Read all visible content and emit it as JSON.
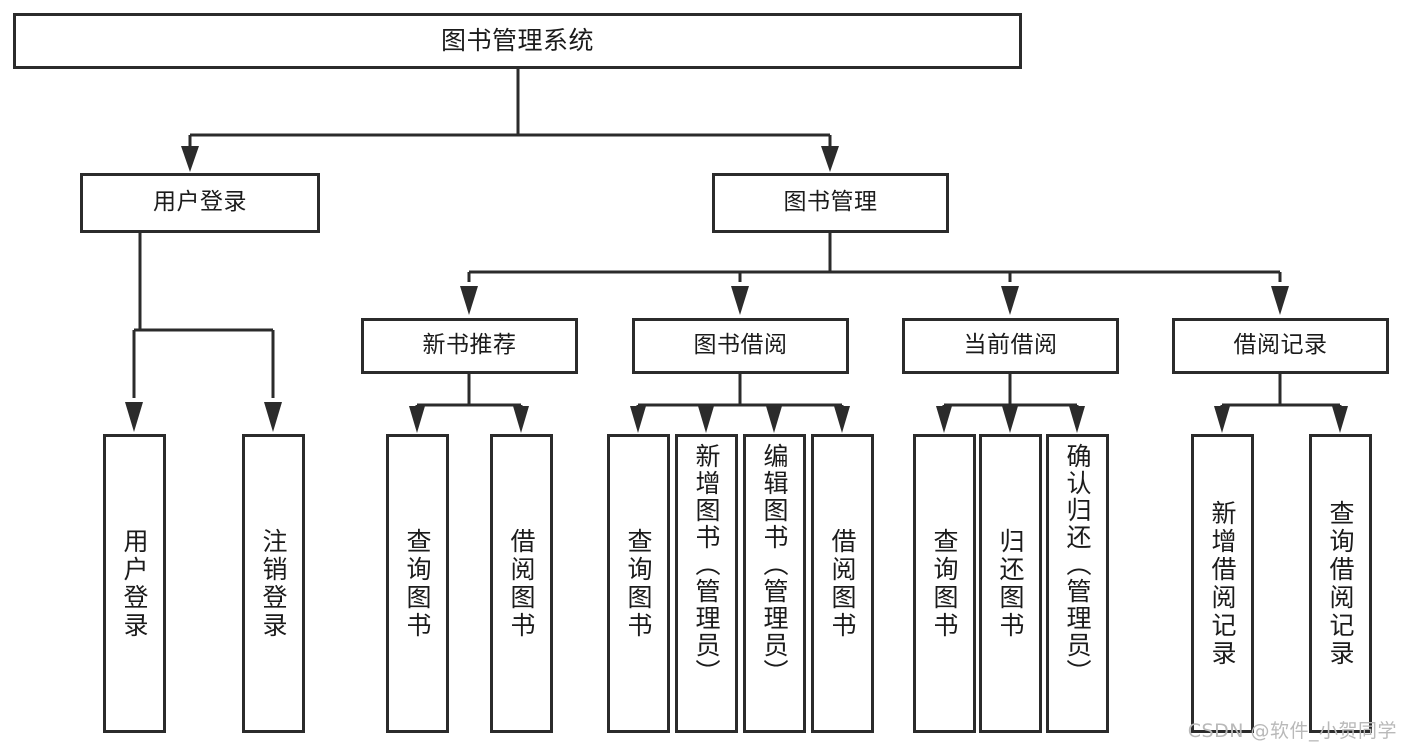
{
  "diagram": {
    "type": "tree",
    "title": "图书管理系统",
    "watermark": "CSDN @软件_小贺同学",
    "colors": {
      "stroke": "#2b2b2b",
      "fill": "#ffffff",
      "text": "#1b1b1b",
      "watermark": "#b9b9b9"
    },
    "root": {
      "label": "图书管理系统"
    },
    "level1": [
      {
        "label": "用户登录"
      },
      {
        "label": "图书管理"
      }
    ],
    "level2": [
      {
        "label": "新书推荐"
      },
      {
        "label": "图书借阅"
      },
      {
        "label": "当前借阅"
      },
      {
        "label": "借阅记录"
      }
    ],
    "leaves": {
      "user_login": [
        {
          "label": "用户登录"
        },
        {
          "label": "注销登录"
        }
      ],
      "new_book": [
        {
          "label": "查询图书"
        },
        {
          "label": "借阅图书"
        }
      ],
      "book_borrow": [
        {
          "label": "查询图书"
        },
        {
          "label": "新增图书（管理员）"
        },
        {
          "label": "编辑图书（管理员）"
        },
        {
          "label": "借阅图书"
        }
      ],
      "current_borrow": [
        {
          "label": "查询图书"
        },
        {
          "label": "归还图书"
        },
        {
          "label": "确认归还（管理员）"
        }
      ],
      "borrow_record": [
        {
          "label": "新增借阅记录"
        },
        {
          "label": "查询借阅记录"
        }
      ]
    }
  }
}
